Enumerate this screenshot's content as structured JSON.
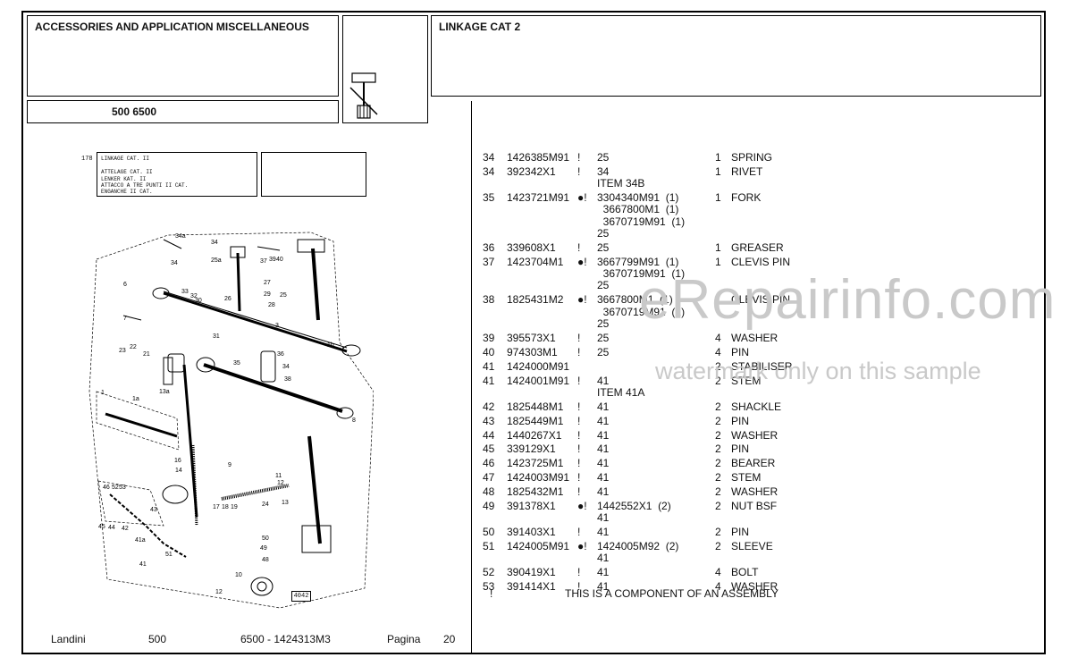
{
  "header": {
    "section_title": "ACCESSORIES AND APPLICATION MISCELLANEOUS",
    "model": "500 6500",
    "group_title": "LINKAGE CAT 2"
  },
  "diagram": {
    "ref_no": "178",
    "caption_lines": [
      "LINKAGE CAT. II",
      "ATTELAGE CAT. II",
      "LENKER KAT. II",
      "ATTACCO A TRE PUNTI II CAT.",
      "ENGANCHE II CAT."
    ],
    "drawing_no": "4042",
    "callouts": [
      "34a",
      "34",
      "25a",
      "37",
      "39",
      "40",
      "33",
      "32",
      "6",
      "27",
      "26",
      "29",
      "28",
      "25",
      "30",
      "7",
      "3",
      "31",
      "23",
      "22",
      "1b",
      "35",
      "36",
      "21",
      "34",
      "38",
      "1a",
      "13a",
      "1",
      "8",
      "16",
      "11",
      "9",
      "12",
      "46",
      "52",
      "53",
      "45",
      "44",
      "42",
      "43",
      "41a",
      "14",
      "24",
      "13",
      "17",
      "18",
      "19",
      "51",
      "50",
      "49",
      "48",
      "41",
      "12",
      "10"
    ]
  },
  "parts": [
    {
      "item": "34",
      "part": "1426385M91",
      "mark": "!",
      "ref": [
        "25"
      ],
      "qty": "1",
      "desc": "SPRING"
    },
    {
      "item": "34",
      "part": "392342X1",
      "mark": "!",
      "ref": [
        "34",
        "ITEM 34B"
      ],
      "qty": "1",
      "desc": "RIVET"
    },
    {
      "item": "35",
      "part": "1423721M91",
      "mark": "●!",
      "ref": [
        "3304340M91  (1)",
        "  3667800M1  (1)",
        "  3670719M91  (1)",
        "25"
      ],
      "qty": "1",
      "desc": "FORK"
    },
    {
      "item": "36",
      "part": "339608X1",
      "mark": "!",
      "ref": [
        "25"
      ],
      "qty": "1",
      "desc": "GREASER"
    },
    {
      "item": "37",
      "part": "1423704M1",
      "mark": "●!",
      "ref": [
        "3667799M91  (1)",
        "  3670719M91  (1)",
        "25"
      ],
      "qty": "1",
      "desc": "CLEVIS PIN"
    },
    {
      "item": "38",
      "part": "1825431M2",
      "mark": "●!",
      "ref": [
        "3667800M1  (1)",
        "  3670719M91  (1)",
        "25"
      ],
      "qty": "1",
      "desc": "CLEVIS PIN"
    },
    {
      "item": "39",
      "part": "395573X1",
      "mark": "!",
      "ref": [
        "25"
      ],
      "qty": "4",
      "desc": "WASHER"
    },
    {
      "item": "40",
      "part": "974303M1",
      "mark": "!",
      "ref": [
        "25"
      ],
      "qty": "4",
      "desc": "PIN"
    },
    {
      "item": "41",
      "part": "1424000M91",
      "mark": "",
      "ref": [],
      "qty": "2",
      "desc": "STABILISER"
    },
    {
      "item": "41",
      "part": "1424001M91",
      "mark": "!",
      "ref": [
        "41",
        "ITEM 41A"
      ],
      "qty": "2",
      "desc": "STEM"
    },
    {
      "item": "42",
      "part": "1825448M1",
      "mark": "!",
      "ref": [
        "41"
      ],
      "qty": "2",
      "desc": "SHACKLE"
    },
    {
      "item": "43",
      "part": "1825449M1",
      "mark": "!",
      "ref": [
        "41"
      ],
      "qty": "2",
      "desc": "PIN"
    },
    {
      "item": "44",
      "part": "1440267X1",
      "mark": "!",
      "ref": [
        "41"
      ],
      "qty": "2",
      "desc": "WASHER"
    },
    {
      "item": "45",
      "part": "339129X1",
      "mark": "!",
      "ref": [
        "41"
      ],
      "qty": "2",
      "desc": "PIN"
    },
    {
      "item": "46",
      "part": "1423725M1",
      "mark": "!",
      "ref": [
        "41"
      ],
      "qty": "2",
      "desc": "BEARER"
    },
    {
      "item": "47",
      "part": "1424003M91",
      "mark": "!",
      "ref": [
        "41"
      ],
      "qty": "2",
      "desc": "STEM"
    },
    {
      "item": "48",
      "part": "1825432M1",
      "mark": "!",
      "ref": [
        "41"
      ],
      "qty": "2",
      "desc": "WASHER"
    },
    {
      "item": "49",
      "part": "391378X1",
      "mark": "●!",
      "ref": [
        "1442552X1  (2)",
        "41"
      ],
      "qty": "2",
      "desc": "NUT BSF"
    },
    {
      "item": "50",
      "part": "391403X1",
      "mark": "!",
      "ref": [
        "41"
      ],
      "qty": "2",
      "desc": "PIN"
    },
    {
      "item": "51",
      "part": "1424005M91",
      "mark": "●!",
      "ref": [
        "1424005M92  (2)",
        "41"
      ],
      "qty": "2",
      "desc": "SLEEVE"
    },
    {
      "item": "52",
      "part": "390419X1",
      "mark": "!",
      "ref": [
        "41"
      ],
      "qty": "4",
      "desc": "BOLT"
    },
    {
      "item": "53",
      "part": "391414X1",
      "mark": "!",
      "ref": [
        "41"
      ],
      "qty": "4",
      "desc": "WASHER"
    }
  ],
  "legend": {
    "mark": "!",
    "text": "THIS IS A COMPONENT OF AN ASSEMBLY"
  },
  "footer": {
    "brand": "Landini",
    "series": "500",
    "model_code": "6500 - 1424313M3",
    "page_label": "Pagina",
    "page_no": "20"
  },
  "watermark": {
    "main": "eRepairinfo.com",
    "sub": "watermark only on this sample"
  }
}
